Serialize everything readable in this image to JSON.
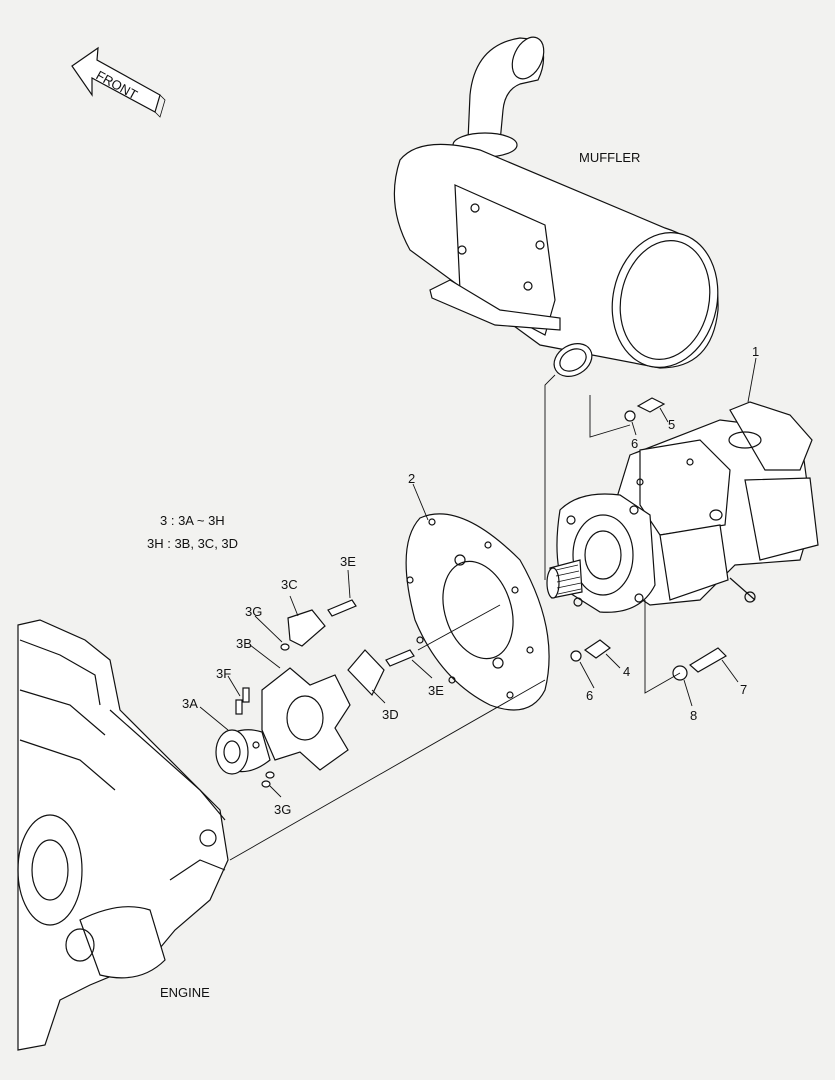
{
  "diagram": {
    "front_arrow": "FRONT",
    "notes": [
      "3 : 3A ~ 3H",
      "3H : 3B, 3C, 3D"
    ],
    "components": {
      "muffler": "MUFFLER",
      "engine": "ENGINE"
    },
    "callouts": [
      {
        "id": "c1",
        "text": "1"
      },
      {
        "id": "c2",
        "text": "2"
      },
      {
        "id": "c3A",
        "text": "3A"
      },
      {
        "id": "c3B",
        "text": "3B"
      },
      {
        "id": "c3C",
        "text": "3C"
      },
      {
        "id": "c3D",
        "text": "3D"
      },
      {
        "id": "c3E-upper",
        "text": "3E"
      },
      {
        "id": "c3E-lower",
        "text": "3E"
      },
      {
        "id": "c3F",
        "text": "3F"
      },
      {
        "id": "c3G-upper",
        "text": "3G"
      },
      {
        "id": "c3G-lower",
        "text": "3G"
      },
      {
        "id": "c4",
        "text": "4"
      },
      {
        "id": "c5",
        "text": "5"
      },
      {
        "id": "c6-upper",
        "text": "6"
      },
      {
        "id": "c6-lower",
        "text": "6"
      },
      {
        "id": "c7",
        "text": "7"
      },
      {
        "id": "c8",
        "text": "8"
      }
    ]
  }
}
